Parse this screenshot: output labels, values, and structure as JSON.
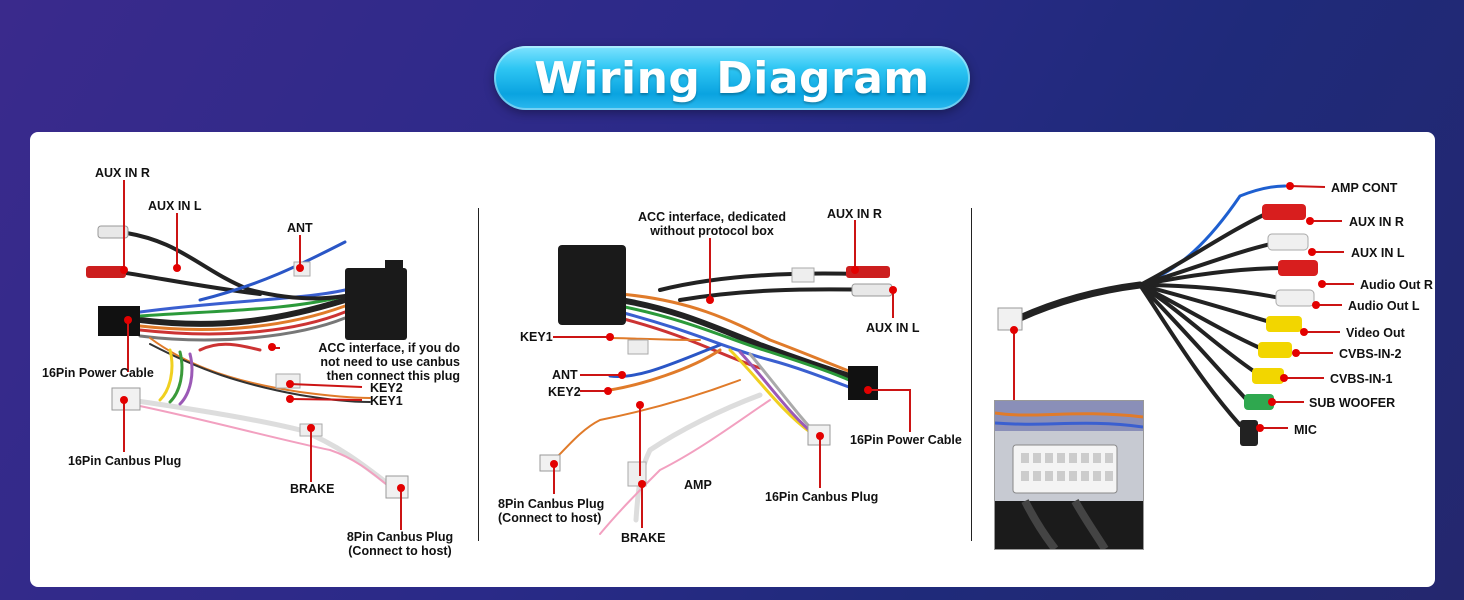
{
  "title": "Wiring Diagram",
  "colors": {
    "accent": "#1fb5ec",
    "marker": "#e10000",
    "panel": "#ffffff"
  },
  "left": {
    "aux_in_r": "AUX IN R",
    "aux_in_l": "AUX IN L",
    "ant": "ANT",
    "pin16_power": "16Pin Power Cable",
    "acc": "ACC interface, if you do\nnot need to use canbus\nthen connect this plug",
    "key2": "KEY2",
    "key1": "KEY1",
    "pin16_canbus": "16Pin Canbus Plug",
    "brake": "BRAKE",
    "pin8_canbus": "8Pin Canbus Plug\n(Connect to host)"
  },
  "middle": {
    "acc": "ACC interface, dedicated\nwithout protocol box",
    "aux_in_r": "AUX IN R",
    "aux_in_l": "AUX IN L",
    "key1": "KEY1",
    "ant": "ANT",
    "key2": "KEY2",
    "pin16_power": "16Pin Power Cable",
    "pin8_canbus": "8Pin Canbus Plug\n(Connect to host)",
    "amp": "AMP",
    "pin16_canbus": "16Pin Canbus Plug",
    "brake": "BRAKE"
  },
  "right": {
    "amp_cont": "AMP CONT",
    "aux_in_r": "AUX IN R",
    "aux_in_l": "AUX IN L",
    "audio_out_r": "Audio Out R",
    "audio_out_l": "Audio Out L",
    "video_out": "Video Out",
    "cvbs_in_2": "CVBS-IN-2",
    "cvbs_in_1": "CVBS-IN-1",
    "sub_woofer": "SUB WOOFER",
    "mic": "MIC"
  }
}
